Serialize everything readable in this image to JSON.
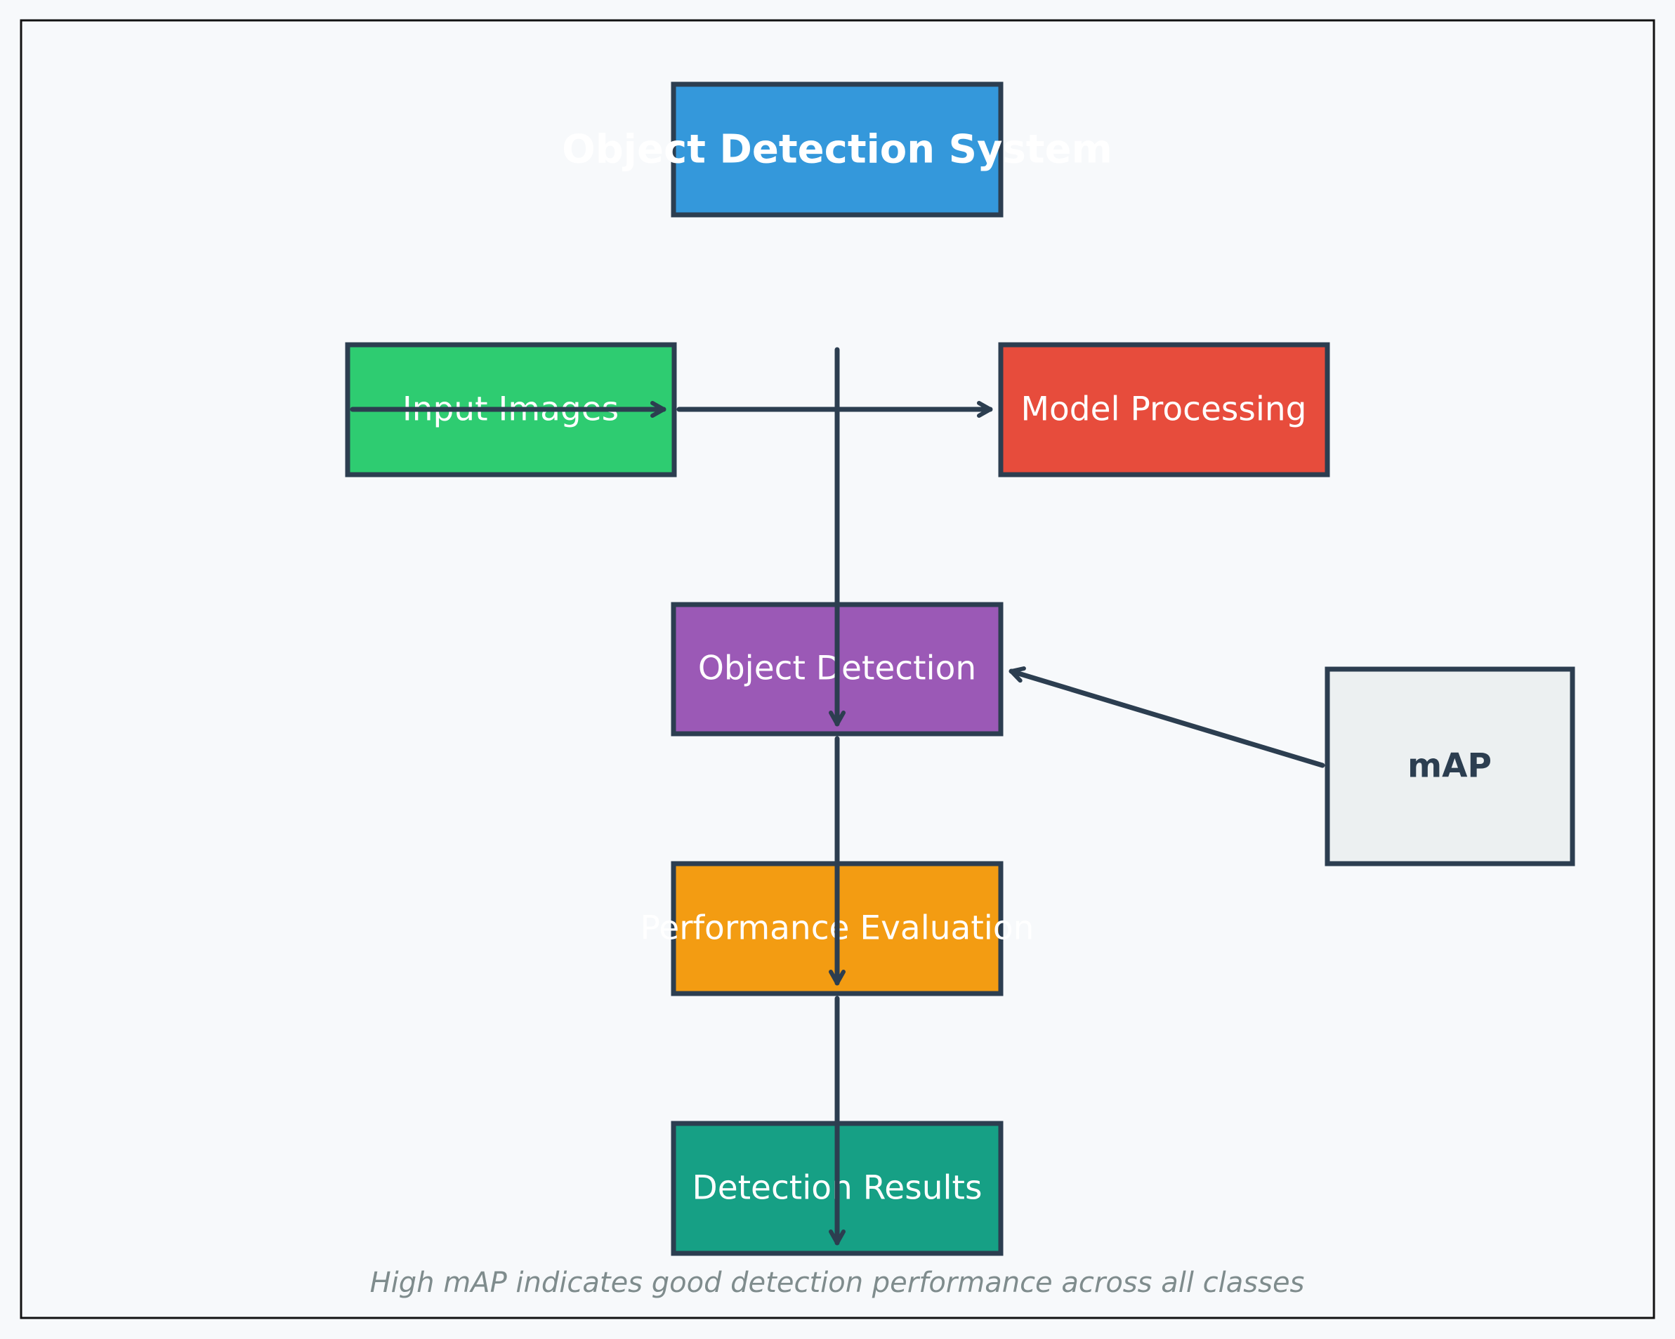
{
  "diagram": {
    "title": "Object Detection System",
    "nodes": [
      {
        "id": "input",
        "label": "Input Images",
        "fill": "#2ecc71",
        "text_color": "#ffffff"
      },
      {
        "id": "model",
        "label": "Model Processing",
        "fill": "#e74c3c",
        "text_color": "#ffffff"
      },
      {
        "id": "detect",
        "label": "Object Detection",
        "fill": "#9b59b6",
        "text_color": "#ffffff"
      },
      {
        "id": "eval",
        "label": "Performance Evaluation",
        "fill": "#f39c12",
        "text_color": "#ffffff"
      },
      {
        "id": "results",
        "label": "Detection Results",
        "fill": "#16a085",
        "text_color": "#ffffff"
      },
      {
        "id": "map",
        "label": "mAP",
        "fill": "#ecf0f1",
        "text_color": "#2c3e50"
      }
    ],
    "title_fill": "#3498db",
    "stroke_color": "#2c3e50",
    "caption": "High mAP indicates good detection performance across all classes",
    "caption_color": "#7f8c8d",
    "background": "#f7f9fb"
  }
}
